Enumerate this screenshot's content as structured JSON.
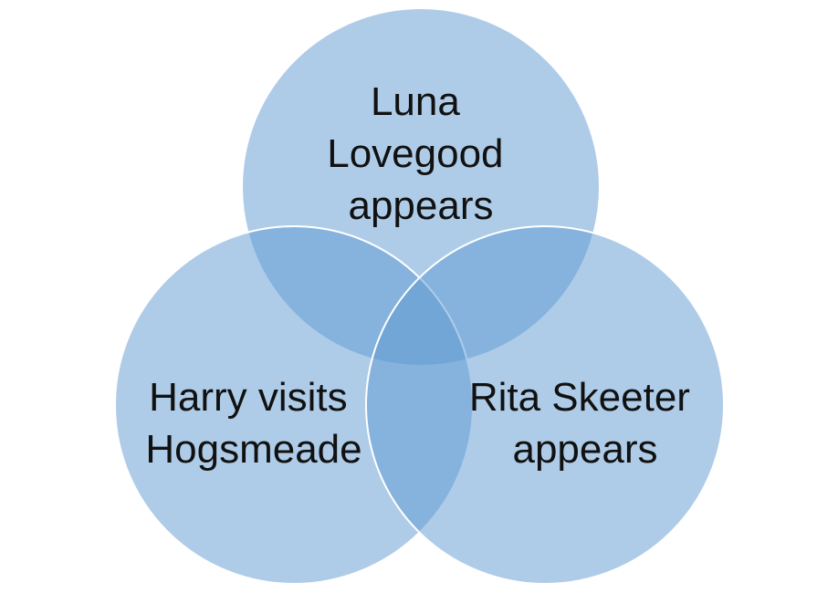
{
  "diagram": {
    "type": "venn",
    "title": "",
    "background_color": "#ffffff",
    "circle_fill_color": "#5D99D1",
    "circle_fill_opacity": 0.5,
    "circle_stroke_color": "#ffffff",
    "text_color": "#111111",
    "region_colors": {
      "single": "#AECCE8",
      "double_overlap": "#87B2DE",
      "triple_overlap": "#71A5D6"
    },
    "sets": [
      {
        "id": "top",
        "label": "Luna Lovegood appears",
        "lines": [
          "Luna",
          "Lovegood",
          "appears"
        ]
      },
      {
        "id": "bottom-left",
        "label": "Harry visits Hogsmeade",
        "lines": [
          "Harry visits",
          "Hogsmeade"
        ]
      },
      {
        "id": "bottom-right",
        "label": "Rita Skeeter appears",
        "lines": [
          "Rita Skeeter",
          "appears"
        ]
      }
    ]
  }
}
